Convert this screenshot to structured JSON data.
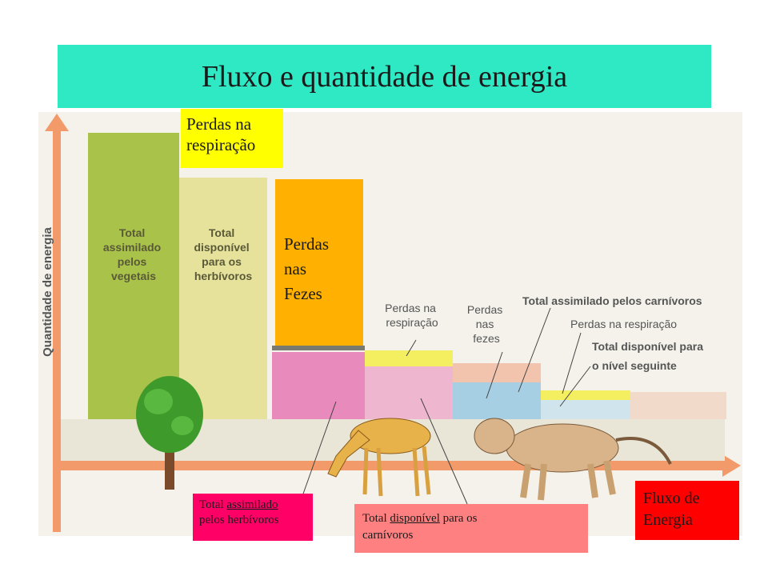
{
  "title": "Fluxo e quantidade de energia",
  "axis": {
    "y_label": "Quantidade de energia"
  },
  "bars": {
    "veg_total": "Total assimilado pelos vegetais",
    "veg_disponivel": "Total disponível para os herbívoros"
  },
  "annotations": {
    "resp_herb": [
      "Perdas na",
      "respiração"
    ],
    "fezes_herb": [
      "Perdas",
      "nas",
      "fezes"
    ],
    "carn_total": "Total assimilado pelos carnívoros",
    "carn_resp": "Perdas na respiração",
    "carn_disp": [
      "Total disponível para",
      "o nível seguinte"
    ]
  },
  "overlays": {
    "resp": {
      "line1": "Perdas na",
      "line2": "respiração"
    },
    "fezes": {
      "line1": "Perdas",
      "line2": "nas",
      "line3": "Fezes"
    },
    "herb": {
      "part1": "Total ",
      "part2": "assimilado",
      "part3": "pelos herbívoros"
    },
    "carn": {
      "part1": "Total ",
      "part2": "disponível",
      "part3": " para os",
      "part4": "carnívoros"
    },
    "fluxo": {
      "line1": "Fluxo de",
      "line2": "Energia"
    }
  },
  "colors": {
    "title_bg": "#2fe8c4",
    "resp_box": "#ffff00",
    "fezes_box": "#ffb000",
    "herb_box": "#ff0066",
    "carn_box": "#ff8080",
    "fluxo_box": "#ff0000",
    "arrow": "#f29a6a"
  }
}
